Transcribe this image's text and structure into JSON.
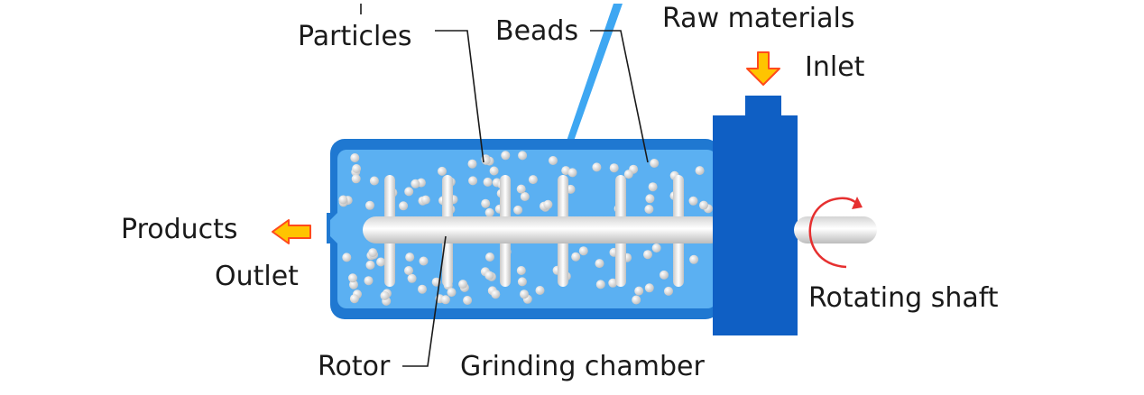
{
  "labels": {
    "particles": "Particles",
    "beads": "Beads",
    "raw_materials": "Raw materials",
    "inlet": "Inlet",
    "products": "Products",
    "outlet": "Outlet",
    "rotating_shaft": "Rotating shaft",
    "rotor": "Rotor",
    "grinding_chamber": "Grinding chamber"
  },
  "colors": {
    "chamber_outer": "#1f78d1",
    "chamber_inner": "#5bb0f2",
    "housing": "#0f5fc4",
    "shaft": "#e6e6e6",
    "beads": "#e9e9e9",
    "arrow_fill": "#ffc400",
    "arrow_outline": "#ff4a1c",
    "rotation_arrow": "#e63030",
    "beam": "#3ea7f2"
  }
}
